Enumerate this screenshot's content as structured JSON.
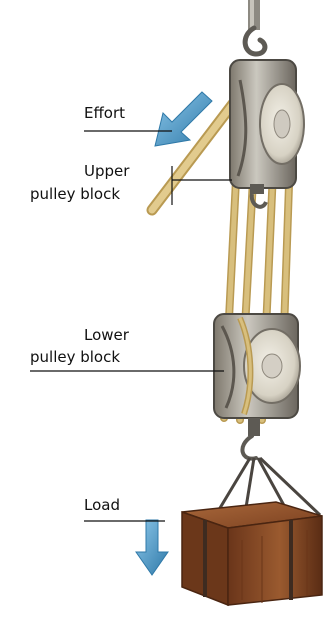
{
  "diagram": {
    "labels": {
      "effort": "Effort",
      "upper_line1": "Upper",
      "upper_line2": "pulley block",
      "lower_line1": "Lower",
      "lower_line2": "pulley block",
      "load": "Load"
    },
    "colors": {
      "arrow_blue": "#5aa7d7",
      "arrow_blue_dark": "#2f79a8",
      "rope": "#d8bf7d",
      "rope_shadow": "#b99a52",
      "block_metal": "#b9b7ad",
      "block_dark": "#6f6a61",
      "wood": "#8a4c24",
      "wood_dark": "#5e2f16",
      "strap": "#4a4540"
    }
  }
}
